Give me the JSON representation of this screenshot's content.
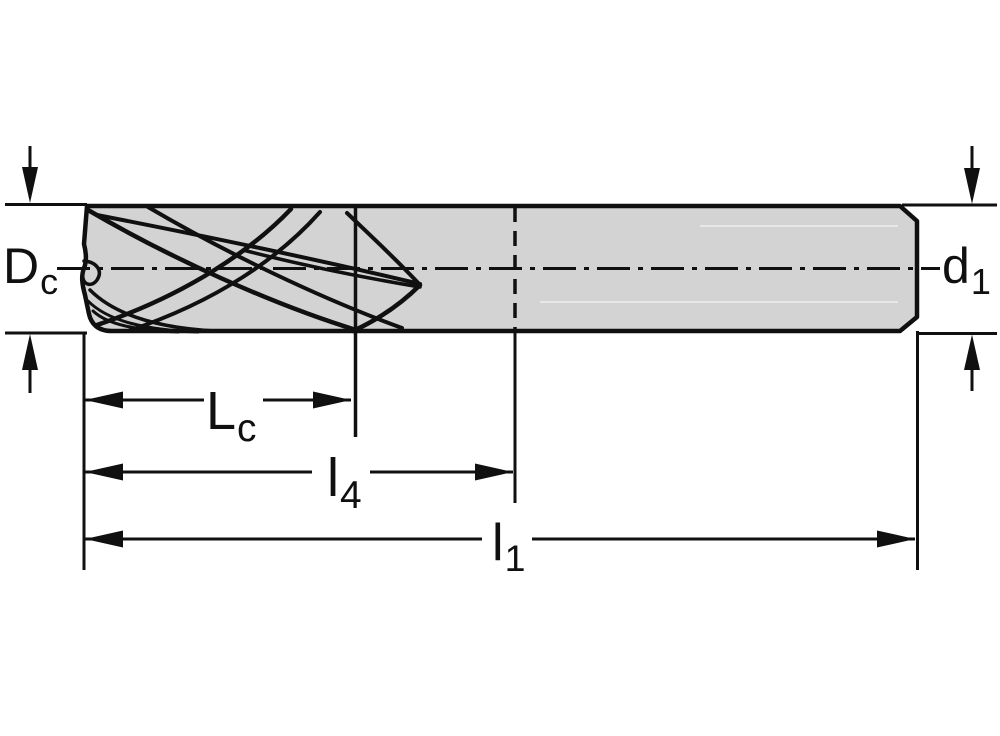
{
  "labels": {
    "Dc": {
      "main": "D",
      "sub": "c"
    },
    "d1": {
      "main": "d",
      "sub": "1"
    },
    "Lc": {
      "main": "L",
      "sub": "c"
    },
    "l4": {
      "main": "l",
      "sub": "4"
    },
    "l1": {
      "main": "l",
      "sub": "1"
    }
  },
  "colors": {
    "background": "#ffffff",
    "body_fill": "#d3d3d3",
    "line": "#101010"
  }
}
